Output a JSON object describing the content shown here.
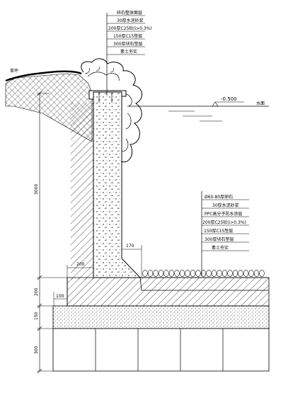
{
  "top_layers": [
    "碎石整体面层",
    "30厚水泥砂浆",
    "200厚C25砼(i>0.3%)",
    "150厚C15垫层",
    "300厚块石垫层",
    "素土夯实"
  ],
  "bottom_layers": [
    "Ø60-80厚卵石",
    "30厚水泥砂浆",
    "PPC高分子防水涂层",
    "200厚C25砼(i>0.3%)",
    "150厚C15垫层",
    "300厚块石垫层",
    "素土夯实"
  ],
  "labels": {
    "grass": "草坪",
    "water_level_value": "-0.500",
    "water_level_name": "水面"
  },
  "dimensions": {
    "wall_height": "3000",
    "footing_200": "200",
    "base_150": "150",
    "bedding_300": "300",
    "toe_width": "200",
    "key_100": "100",
    "slope_170": "170"
  }
}
